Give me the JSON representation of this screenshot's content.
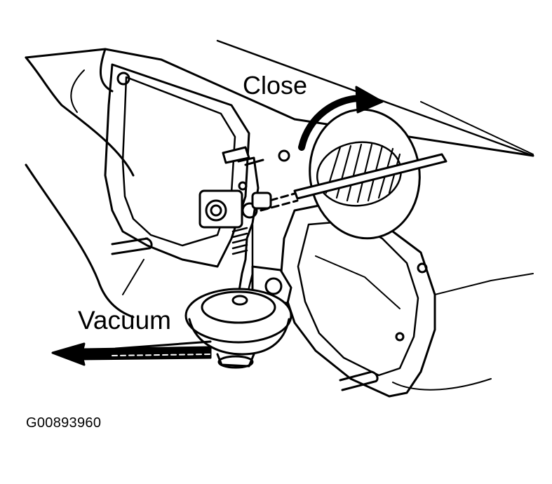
{
  "figure": {
    "labels": {
      "close": "Close",
      "vacuum": "Vacuum",
      "figure_code": "G00893960"
    },
    "colors": {
      "ink": "#000000",
      "paper": "#ffffff"
    }
  }
}
